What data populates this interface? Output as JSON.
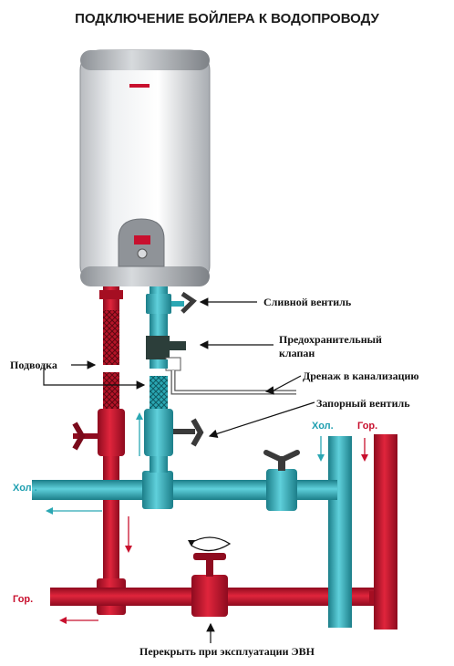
{
  "title": "ПОДКЛЮЧЕНИЕ БОЙЛЕРА К ВОДОПРОВОДУ",
  "callouts": {
    "drain_valve": "Сливной вентиль",
    "safety_valve_line1": "Предохранительный",
    "safety_valve_line2": "клапан",
    "drainage": "Дренаж в канализацию",
    "shutoff_valve": "Запорный вентиль",
    "supply": "Подводка",
    "shut_during_operation": "Перекрыть при эксплуатации ЭВН"
  },
  "flow_labels": {
    "cold_left": "Хол .",
    "cold_riser": "Хол.",
    "hot_riser": "Гор.",
    "hot_left": "Гор."
  },
  "colors": {
    "hot_pipe": "#c8102e",
    "cold_pipe": "#2aa7b3",
    "valve_dark": "#3a3a3a",
    "cold_text": "#1e9fb0",
    "hot_text": "#c8102e"
  }
}
